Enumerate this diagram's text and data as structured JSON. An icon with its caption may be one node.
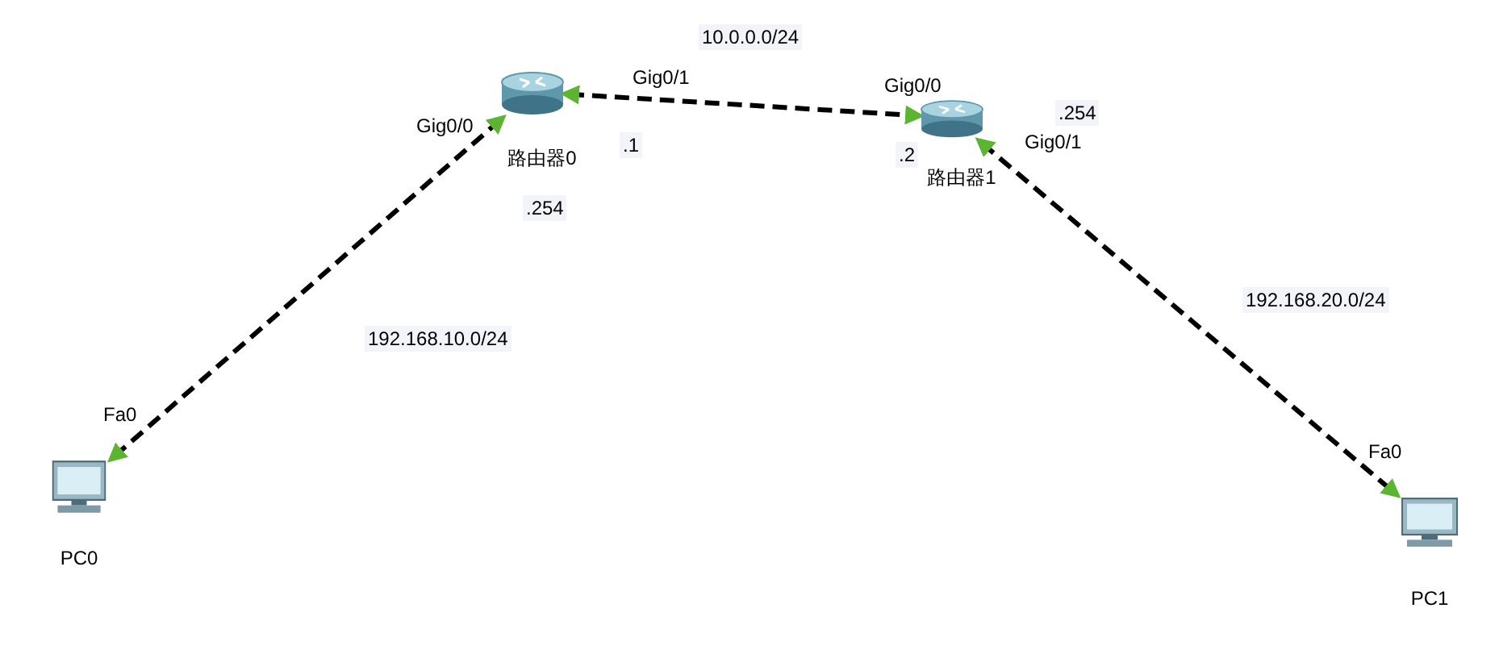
{
  "diagram": {
    "nodes": [
      {
        "text": [
          "路由器0"
        ]
      },
      {
        "text": [
          "路由器1"
        ]
      },
      {
        "text": [
          "PC0"
        ]
      },
      {
        "text": [
          "PC1"
        ]
      }
    ],
    "edges": [
      {
        "from": 2,
        "to": 0,
        "arrow": "both",
        "style": "dashed"
      },
      {
        "from": 0,
        "to": 1,
        "arrow": "both",
        "style": "dashed"
      },
      {
        "from": 1,
        "to": 3,
        "arrow": "both",
        "style": "dashed"
      }
    ],
    "labels": [
      "10.0.0.0/24",
      "Gig0/1",
      "Gig0/0",
      "Gig0/0",
      ".254",
      "Gig0/1",
      ".1",
      ".2",
      ".254",
      "192.168.20.0/24",
      "192.168.10.0/24",
      "Fa0",
      "Fa0"
    ]
  }
}
